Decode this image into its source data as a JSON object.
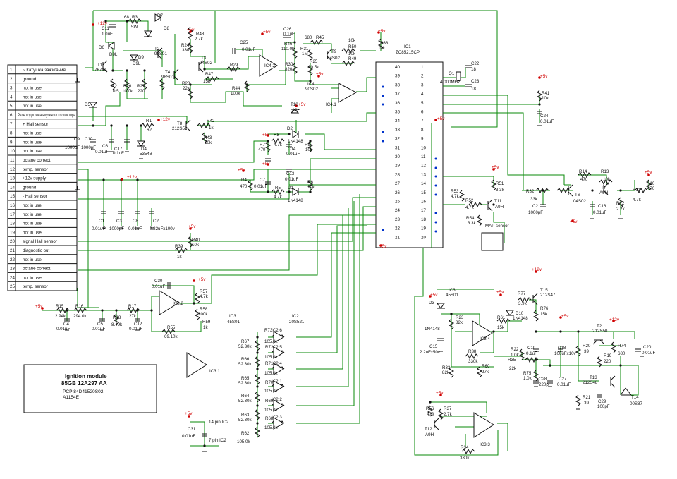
{
  "connector": {
    "pins": [
      {
        "num": "1",
        "label": "~ Катушка зажигания"
      },
      {
        "num": "2",
        "label": "ground"
      },
      {
        "num": "3",
        "label": "not in use"
      },
      {
        "num": "4",
        "label": "not in use"
      },
      {
        "num": "5",
        "label": "not in use"
      },
      {
        "num": "6",
        "label": "Реле подогрева впускного коллектора"
      },
      {
        "num": "7",
        "label": "+ Hall sensor"
      },
      {
        "num": "8",
        "label": "not in use"
      },
      {
        "num": "9",
        "label": "not in use"
      },
      {
        "num": "10",
        "label": "not in use"
      },
      {
        "num": "11",
        "label": "octane correct."
      },
      {
        "num": "12",
        "label": "temp. sensor"
      },
      {
        "num": "13",
        "label": "+12v supply"
      },
      {
        "num": "14",
        "label": "ground"
      },
      {
        "num": "15",
        "label": "- Hall sensor"
      },
      {
        "num": "16",
        "label": "not in use"
      },
      {
        "num": "17",
        "label": "not in use"
      },
      {
        "num": "18",
        "label": "not in use"
      },
      {
        "num": "19",
        "label": "not in use"
      },
      {
        "num": "20",
        "label": "signal Hall sensor"
      },
      {
        "num": "21",
        "label": "diagnostic out"
      },
      {
        "num": "22",
        "label": "not in use"
      },
      {
        "num": "23",
        "label": "octane correct."
      },
      {
        "num": "24",
        "label": "not in use"
      },
      {
        "num": "25",
        "label": "temp. sensor"
      }
    ]
  },
  "title_block": {
    "line1": "Ignition module",
    "line2": "85GB 12A297 AA",
    "line3": "PCP 84D41520S02",
    "line4": "A1154E"
  },
  "ic1": {
    "name": "IC1",
    "part": "ZC85215CP",
    "left_pins": [
      "40",
      "39",
      "38",
      "37",
      "36",
      "35",
      "34",
      "33",
      "32",
      "31",
      "30",
      "29",
      "28",
      "27",
      "26",
      "25",
      "24",
      "23",
      "22",
      "21"
    ],
    "right_pins": [
      "1",
      "2",
      "3",
      "4",
      "5",
      "6",
      "7",
      "8",
      "9",
      "10",
      "11",
      "12",
      "13",
      "14",
      "15",
      "16",
      "17",
      "18",
      "19",
      "20"
    ]
  },
  "rails": {
    "p12": "+12v",
    "p5": "+5v"
  },
  "parts": {
    "r3": "R3",
    "r3v": "5W",
    "c11": "C11",
    "c11v": "1.0uF",
    "d7": "D7",
    "d8": "D8",
    "n68": "68",
    "r48": "R48",
    "r48v": "2.7k",
    "r24": "R24",
    "r24v": "330",
    "t3": "T3",
    "t3v": "04S02",
    "d6": "D6",
    "d9l1": "D9L",
    "t1": "T1",
    "t1v": "7673A",
    "d9": "D9",
    "d9l2": "D9L",
    "t2": "T2",
    "t2v": "98S01",
    "t4": "T4",
    "t4v": "98S01",
    "r2": "R2",
    "r2v": "0.5",
    "r26": "R26",
    "r26v": "10.0k",
    "r27": "R27",
    "r27v": "220",
    "r28": "R28",
    "r28v": "22k",
    "r47": "R47",
    "r47v": "15k",
    "d5": "D5",
    "c25": "C25",
    "c25v": "0.01uF",
    "ic42": "IC4.2",
    "r29": "R29",
    "r29v": "1k",
    "r44": "R44",
    "r44v": "100k",
    "c26": "C26",
    "c26v": "0.1uF",
    "r46": "R46",
    "r46v": "110.0k",
    "n680": "680",
    "r45": "R45",
    "r31": "R31",
    "r31v": "1M",
    "r30": "R30",
    "r30v": "820",
    "r25": "R25",
    "r25v": "10.5k",
    "t9": "T9",
    "t9v": "04S02",
    "r49": "R49",
    "r49v": "10k",
    "r50": "R50",
    "r50v": "10k",
    "r38": "R38",
    "r38v": "10k",
    "ic4": "IC4",
    "ic4v": "90S02",
    "ic41": "IC4.1",
    "t10": "T10",
    "t10v": "A9H",
    "r1": "R1",
    "r1v": "62",
    "t8": "T8",
    "t8v": "212S51",
    "r42": "R42",
    "r42v": "1k",
    "r43": "R43",
    "r43v": "10k",
    "c9": "C9",
    "c9v": "1000pF",
    "c10": "C10",
    "c10v": "1000pF",
    "c6": "C6",
    "c6v": "0.01uF",
    "c17": "C17",
    "c17v": "0.1uF",
    "d4": "D4",
    "d4v": "5354B",
    "r8": "R8",
    "r8v": "4.7k",
    "d2": "D2",
    "d2v": "1N4148",
    "r9": "R9",
    "r9v": "10k",
    "r7": "R7",
    "r7v": "470",
    "c14": "C14",
    "c14v": "0.01uF",
    "c13": "C13",
    "c13v": "0.01uF",
    "r4": "R4",
    "r4v": "470",
    "c7": "C7",
    "c7v": "0.01uF",
    "r5": "R5",
    "r5v": "4.7k",
    "d1": "D1",
    "d1v": "1N4148",
    "r6": "R6",
    "r6v": "10k",
    "c22": "C22",
    "c22v": "18",
    "c23": "C23",
    "c23v": "18",
    "q1": "Q1",
    "q1v": "4.000MHz",
    "r41": "R41",
    "r41v": "10k",
    "c24": "C24",
    "c24v": "0.01uF",
    "r14": "R14",
    "r14v": "470",
    "r13": "R13",
    "r13v": "10k",
    "t7": "T7",
    "t7v": "A9H",
    "r32": "R32",
    "r32v": "33k",
    "r10": "R10",
    "r10v": "470",
    "r11": "R11",
    "r11v": "4.7k",
    "c21": "C21",
    "c21v": "1000pF",
    "t6": "T6",
    "t6v": "04S02",
    "r12": "R12",
    "r12v": "2.2k",
    "c16": "C16",
    "c16v": "0.01uF",
    "r51": "R51",
    "r51v": "3.3k",
    "r53": "R53",
    "r53v": "4.7k",
    "r52": "R52",
    "r52v": "4.7k",
    "t11": "T11",
    "t11v": "A9H",
    "r54": "R54",
    "r54v": "3.3k",
    "map": "MAP sensor",
    "c1": "C1",
    "c1v": "0.01uF",
    "c3": "C3",
    "c3v": "1000pF",
    "c8": "C8",
    "c8v": "0.01uF",
    "c2": "C2",
    "c2v": "0.22uFx100v",
    "r40": "R40",
    "r40v": "10k",
    "r39": "R39",
    "r39v": "1k",
    "c30": "C30",
    "c30v": "0.01uF",
    "ic32": "IC3.2",
    "r57": "R57",
    "r57v": "4.7k",
    "r58": "R58",
    "r58v": "100k",
    "r59": "R59",
    "r59v": "1k",
    "r55": "R55",
    "r55v": "69.10k",
    "ic3a": "IC3",
    "ic3av": "45S01",
    "ic2": "IC2",
    "ic2v": "20S521",
    "r15": "R15",
    "r15v": "2.94k",
    "r16": "R16",
    "r16v": "294.0k",
    "c4": "C4",
    "c4v": "0.01uF",
    "c5": "C5",
    "c5v": "0.01uF",
    "r18": "R18",
    "r18v": "8.49k",
    "r17": "R17",
    "r17v": "27k",
    "c12": "C12",
    "c12v": "0.01uF",
    "ic31": "IC3.1",
    "ic26": "IC2.6",
    "ic25": "IC2.5",
    "ic24": "IC2.4",
    "ic21": "IC2.1",
    "ic22": "IC2.2",
    "ic23": "IC2.3",
    "r73": "R73",
    "r72": "R72",
    "r71": "R71",
    "r70": "R70",
    "r69": "R69",
    "r68": "R68",
    "rv105": "105.0k",
    "r67": "R67",
    "r66": "R66",
    "r65": "R65",
    "r64": "R64",
    "r63": "R63",
    "rv5230": "52.30k",
    "r62": "R62",
    "r62v": "105.0k",
    "c31": "C31",
    "c31v": "0.01uF",
    "pin14": "14 pin IC2",
    "pin7": "7 pin IC2",
    "ic3b": "IC3",
    "ic3bv": "45S01",
    "d3": "D3",
    "d3v": "1N4148",
    "r23": "R23",
    "r23v": "82k",
    "ic34": "IC3.4",
    "c15": "C15",
    "c15v": "2.2uFx50v",
    "r38b": "R38",
    "r38bv": "330k",
    "r33": "R33",
    "r33v": "82k",
    "r60": "R60",
    "r60v": "27k",
    "r56": "R56",
    "r56v": "470",
    "r37": "R37",
    "r37v": "2.7k",
    "t12": "T12",
    "t12v": "A9H",
    "ic33": "IC3.3",
    "r34": "R34",
    "r34v": "330k",
    "r77": "R77",
    "r77v": "3.9k",
    "t15": "T15",
    "t15v": "212S47",
    "r76": "R76",
    "r76v": "15k",
    "r61": "R61",
    "r61v": "15k",
    "d10": "D10",
    "d10v": "1N4148",
    "r22": "R22",
    "r22v": "1.0k",
    "c19": "C19",
    "c19v": "0.1uF",
    "c18": "C18",
    "c18v": "100uFx10v",
    "r20": "R20",
    "r20v": "39",
    "t2b": "T2",
    "t2bv": "212S50",
    "r74": "R74",
    "r74v": "680",
    "r19": "R19",
    "r19v": "220",
    "c20": "C20",
    "c20v": "0.01uF",
    "r35": "R35",
    "r35v": "22k",
    "r75": "R75",
    "r75v": "1.0k",
    "c28": "C28",
    "c28v": "220pF",
    "c27": "C27",
    "c27v": "0.01uF",
    "r21": "R21",
    "r21v": "39",
    "t13": "T13",
    "t13v": "212S48",
    "c29": "C29",
    "c29v": "100pF",
    "t14": "T14",
    "t14v": "00S87"
  }
}
